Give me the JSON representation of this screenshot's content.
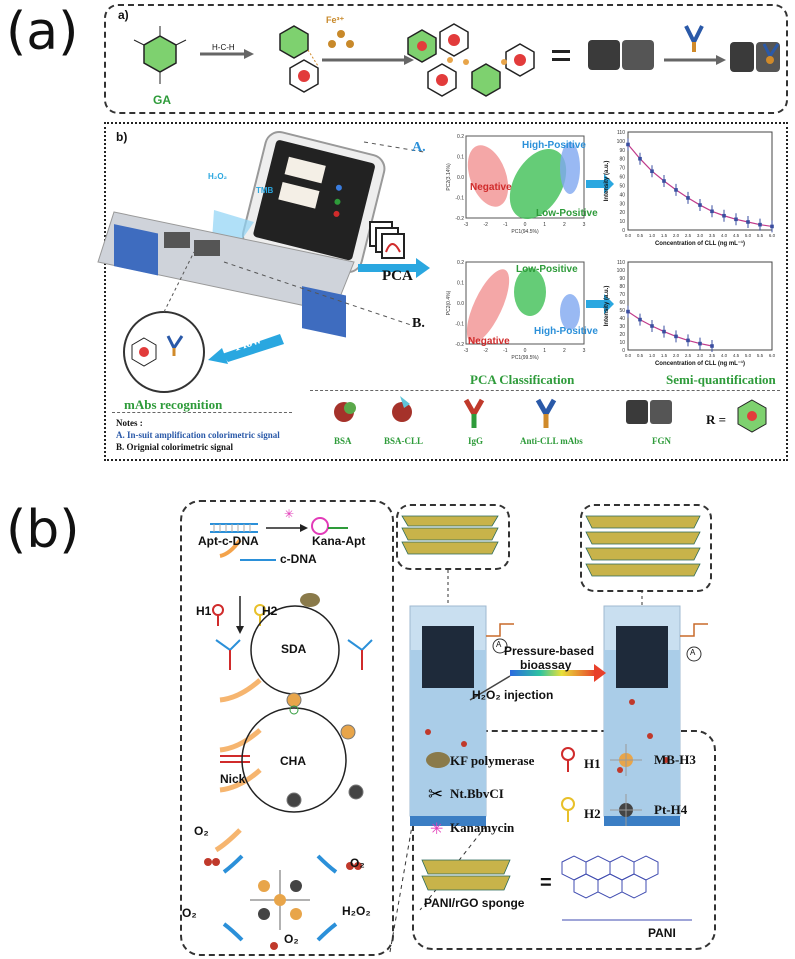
{
  "panel_a": {
    "letter": "(a)",
    "sub_a": {
      "label": "a)",
      "ga_label": "GA",
      "reagent": "H-C-H",
      "ion": "Fe³⁺",
      "eq": "="
    },
    "sub_b": {
      "label": "b)",
      "tmb": "TMB",
      "h2o2": "H₂O₂",
      "flow": "Flow",
      "mabs": "mAbs recognition",
      "pca": "PCA",
      "marker_a": "A.",
      "marker_b": "B.",
      "pca_title": "PCA Classification",
      "semi_title": "Semi-quantification",
      "scatter_top": {
        "high": "High-Positive",
        "low": "Low-Positive",
        "neg": "Negative",
        "xlabel": "PC1(94.5%)",
        "ylabel": "PC2(3.14%)",
        "xticks": [
          "-3",
          "-2",
          "-1",
          "0",
          "1",
          "2",
          "3"
        ],
        "yticks": [
          "0.2",
          "0.1",
          "0.0",
          "-0.1",
          "-0.2"
        ]
      },
      "scatter_bottom": {
        "high": "High-Positive",
        "low": "Low-Positive",
        "neg": "Negative",
        "xlabel": "PC1(99.5%)",
        "ylabel": "PC2(0.4%)",
        "xticks": [
          "-3",
          "-2",
          "-1",
          "0",
          "1",
          "2",
          "3"
        ],
        "yticks": [
          "0.2",
          "0.1",
          "0.0",
          "-0.1",
          "-0.2"
        ]
      },
      "notes_title": "Notes :",
      "note_a": "A. In-suit amplification colorimetric signal",
      "note_b": "B. Orignial colorimetric signal",
      "legend": [
        "BSA",
        "BSA-CLL",
        "IgG",
        "Anti-CLL mAbs",
        "FGN"
      ],
      "r_eq": "R ="
    }
  },
  "panel_b": {
    "letter": "(b)",
    "apt_cdna": "Apt-c-DNA",
    "kana_apt": "Kana-Apt",
    "cdna": "c-DNA",
    "h1": "H1",
    "h2": "H2",
    "sda": "SDA",
    "nick": "Nick",
    "cha": "CHA",
    "o2_a": "O₂",
    "o2_b": "O₂",
    "o2_c": "O₂",
    "o2_d": "O₂",
    "h2o2": "H₂O₂",
    "pressure": "Pressure-based",
    "bioassay": "bioassay",
    "h2o2_inj": "H₂O₂ injection",
    "meter": "A",
    "legend": {
      "kf": "KF polymerase",
      "nt": "Nt.BbvCI",
      "kana": "Kanamycin",
      "h1": "H1",
      "h2": "H2",
      "mb": "MB-H3",
      "pt": "Pt-H4",
      "sponge": "PANI/rGO sponge",
      "eq": "=",
      "pani": "PANI"
    }
  },
  "chart_data": [
    {
      "type": "line",
      "title": "",
      "xlabel": "Concentration of CLL (ng mL⁻¹)",
      "ylabel": "Intensity (a.u.)",
      "x": [
        0.0,
        0.5,
        1.0,
        1.5,
        2.0,
        2.5,
        3.0,
        3.5,
        4.0,
        4.5,
        5.0,
        5.5,
        6.0
      ],
      "values": [
        96,
        80,
        66,
        55,
        45,
        36,
        28,
        21,
        16,
        12,
        9,
        6,
        4
      ],
      "xticks": [
        "0.0",
        "0.5",
        "1.0",
        "1.5",
        "2.0",
        "2.5",
        "3.0",
        "3.5",
        "4.0",
        "4.5",
        "5.0",
        "5.5",
        "6.0"
      ],
      "yticks": [
        "0",
        "10",
        "20",
        "30",
        "40",
        "50",
        "60",
        "70",
        "80",
        "90",
        "100",
        "110"
      ],
      "ylim": [
        0,
        110
      ],
      "xlim": [
        0,
        6.0
      ],
      "markers_x": [
        0.0,
        0.5,
        1.0,
        1.5,
        2.0,
        2.5,
        3.0,
        3.5,
        4.0,
        5.0,
        6.0
      ]
    },
    {
      "type": "line",
      "title": "",
      "xlabel": "Concentration of CLL (ng mL⁻¹)",
      "ylabel": "Intensity (a.u.)",
      "x": [
        0.0,
        0.5,
        1.0,
        1.5,
        2.0,
        2.5,
        3.0,
        3.5
      ],
      "values": [
        48,
        38,
        30,
        23,
        17,
        12,
        8,
        5
      ],
      "xticks": [
        "0.0",
        "0.5",
        "1.0",
        "1.5",
        "2.0",
        "2.5",
        "3.0",
        "3.5",
        "4.0",
        "4.5",
        "5.0",
        "5.5",
        "6.0"
      ],
      "yticks": [
        "0",
        "10",
        "20",
        "30",
        "40",
        "50",
        "60",
        "70",
        "80",
        "90",
        "100",
        "110"
      ],
      "ylim": [
        0,
        110
      ],
      "xlim": [
        0,
        6.0
      ],
      "markers_x": [
        0.0,
        0.5,
        1.0,
        1.5,
        2.0,
        2.5,
        3.0,
        3.5
      ]
    }
  ],
  "colors": {
    "red_cluster": "#f08a8a",
    "green_cluster": "#3fbf55",
    "blue_cluster": "#7fa7f0",
    "curve": "#c03b8a",
    "arrow_blue": "#2aa7e0",
    "arrow_orange": "#f4a34b"
  }
}
